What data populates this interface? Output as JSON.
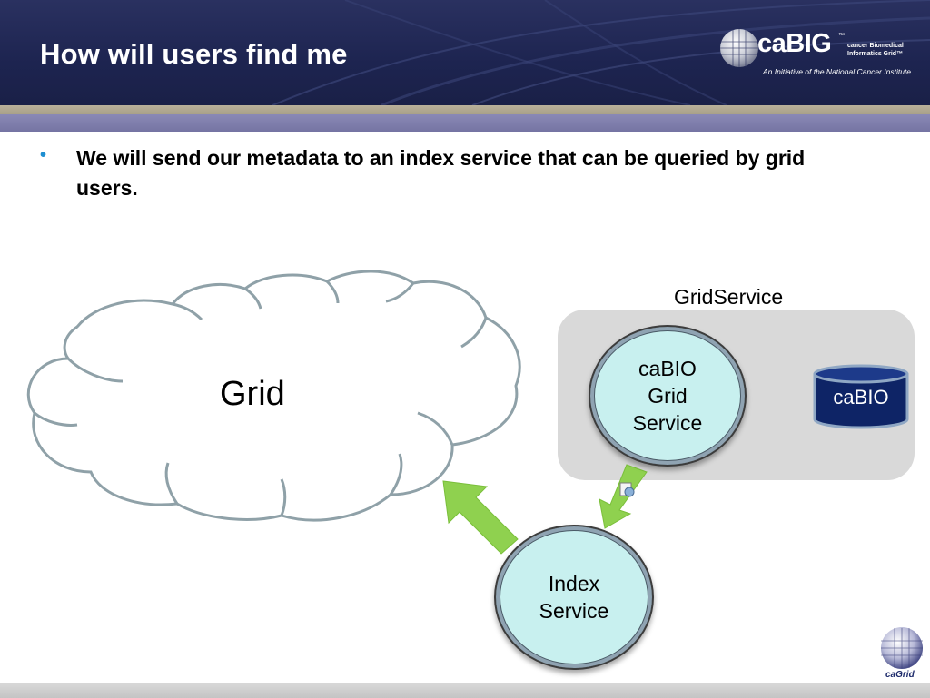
{
  "slide": {
    "title": "How will users find me",
    "bullet": "We will send our metadata to an index service that can be queried by grid users."
  },
  "logo": {
    "name": "caBIG",
    "tm": "™",
    "subtitle": "cancer Biomedical Informatics Grid™",
    "tagline": "An Initiative of the National Cancer Institute"
  },
  "diagram": {
    "cloud_label": "Grid",
    "gridservice_label": "GridService",
    "cabio_service": "caBIO\nGrid\nService",
    "database_label": "caBIO",
    "index_service": "Index\nService"
  },
  "footer_logo": {
    "name": "caGrid"
  },
  "colors": {
    "header": "#1d2450",
    "arrow_green": "#8fd14f",
    "node_fill": "#c8f0ef",
    "db_fill": "#0e2466",
    "panel": "#d9d9d9",
    "bullet": "#1e8fd1"
  }
}
